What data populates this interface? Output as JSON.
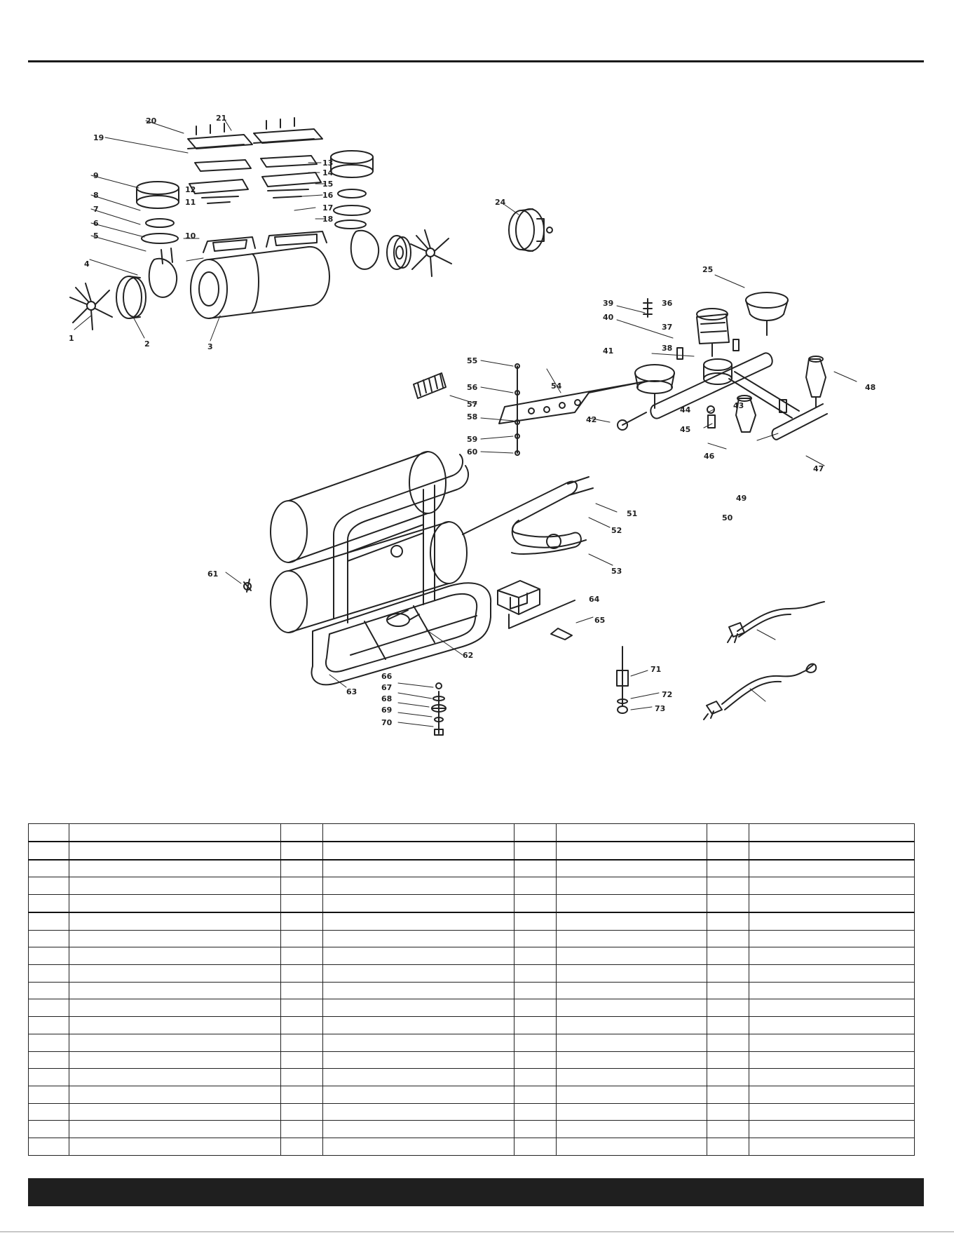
{
  "diagram": {
    "callouts": [
      "19",
      "20",
      "21",
      "9",
      "8",
      "7",
      "6",
      "5",
      "12",
      "11",
      "10",
      "13",
      "14",
      "15",
      "16",
      "17",
      "18",
      "1",
      "2",
      "3",
      "4",
      "24",
      "25",
      "36",
      "37",
      "38",
      "39",
      "40",
      "41",
      "42",
      "43",
      "44",
      "45",
      "46",
      "47",
      "48",
      "49",
      "50",
      "51",
      "52",
      "53",
      "54",
      "55",
      "56",
      "57",
      "58",
      "59",
      "60",
      "61",
      "62",
      "63",
      "64",
      "65",
      "66",
      "67",
      "68",
      "69",
      "70",
      "71",
      "72",
      "73"
    ]
  },
  "parts_table": {
    "rows": [
      [
        "",
        "",
        "",
        "",
        "",
        "",
        "",
        ""
      ],
      [
        "",
        "",
        "",
        "",
        "",
        "",
        "",
        ""
      ],
      [
        "",
        "",
        "",
        "",
        "",
        "",
        "",
        ""
      ],
      [
        "",
        "",
        "",
        "",
        "",
        "",
        "",
        ""
      ],
      [
        "",
        "",
        "",
        "",
        "",
        "",
        "",
        ""
      ],
      [
        "",
        "",
        "",
        "",
        "",
        "",
        "",
        ""
      ],
      [
        "",
        "",
        "",
        "",
        "",
        "",
        "",
        ""
      ],
      [
        "",
        "",
        "",
        "",
        "",
        "",
        "",
        ""
      ],
      [
        "",
        "",
        "",
        "",
        "",
        "",
        "",
        ""
      ],
      [
        "",
        "",
        "",
        "",
        "",
        "",
        "",
        ""
      ],
      [
        "",
        "",
        "",
        "",
        "",
        "",
        "",
        ""
      ],
      [
        "",
        "",
        "",
        "",
        "",
        "",
        "",
        ""
      ],
      [
        "",
        "",
        "",
        "",
        "",
        "",
        "",
        ""
      ],
      [
        "",
        "",
        "",
        "",
        "",
        "",
        "",
        ""
      ],
      [
        "",
        "",
        "",
        "",
        "",
        "",
        "",
        ""
      ],
      [
        "",
        "",
        "",
        "",
        "",
        "",
        "",
        ""
      ],
      [
        "",
        "",
        "",
        "",
        "",
        "",
        "",
        ""
      ],
      [
        "",
        "",
        "",
        "",
        "",
        "",
        "",
        ""
      ],
      [
        "",
        "",
        "",
        "",
        "",
        "",
        "",
        ""
      ]
    ]
  },
  "footer": {
    "page_label": ""
  }
}
